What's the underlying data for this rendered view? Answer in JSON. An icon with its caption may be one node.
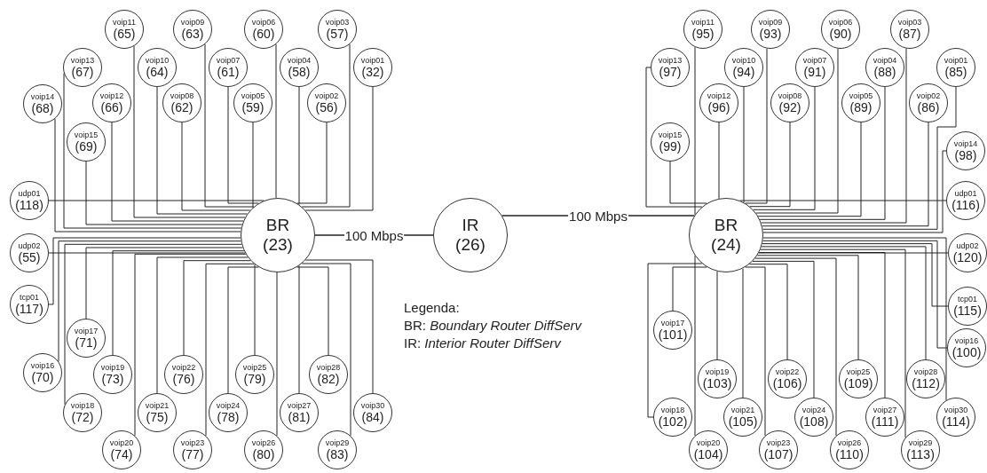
{
  "diagram": {
    "nodes": [
      {
        "text": [
          "voip11",
          "(65)"
        ]
      },
      {
        "text": [
          "voip09",
          "(63)"
        ]
      },
      {
        "text": [
          "voip06",
          "(60)"
        ]
      },
      {
        "text": [
          "voip03",
          "(57)"
        ]
      },
      {
        "text": [
          "voip13",
          "(67)"
        ]
      },
      {
        "text": [
          "voip10",
          "(64)"
        ]
      },
      {
        "text": [
          "voip07",
          "(61)"
        ]
      },
      {
        "text": [
          "voip04",
          "(58)"
        ]
      },
      {
        "text": [
          "voip01",
          "(32)"
        ]
      },
      {
        "text": [
          "voip14",
          "(68)"
        ]
      },
      {
        "text": [
          "voip12",
          "(66)"
        ]
      },
      {
        "text": [
          "voip08",
          "(62)"
        ]
      },
      {
        "text": [
          "voip05",
          "(59)"
        ]
      },
      {
        "text": [
          "voip02",
          "(56)"
        ]
      },
      {
        "text": [
          "voip15",
          "(69)"
        ]
      },
      {
        "text": [
          "udp01",
          "(118)"
        ]
      },
      {
        "text": [
          "udp02",
          "(55)"
        ]
      },
      {
        "text": [
          "tcp01",
          "(117)"
        ]
      },
      {
        "text": [
          "voip17",
          "(71)"
        ]
      },
      {
        "text": [
          "voip16",
          "(70)"
        ]
      },
      {
        "text": [
          "voip19",
          "(73)"
        ]
      },
      {
        "text": [
          "voip22",
          "(76)"
        ]
      },
      {
        "text": [
          "voip25",
          "(79)"
        ]
      },
      {
        "text": [
          "voip28",
          "(82)"
        ]
      },
      {
        "text": [
          "voip18",
          "(72)"
        ]
      },
      {
        "text": [
          "voip21",
          "(75)"
        ]
      },
      {
        "text": [
          "voip24",
          "(78)"
        ]
      },
      {
        "text": [
          "voip27",
          "(81)"
        ]
      },
      {
        "text": [
          "voip30",
          "(84)"
        ]
      },
      {
        "text": [
          "voip20",
          "(74)"
        ]
      },
      {
        "text": [
          "voip23",
          "(77)"
        ]
      },
      {
        "text": [
          "voip26",
          "(80)"
        ]
      },
      {
        "text": [
          "voip29",
          "(83)"
        ]
      },
      {
        "text": [
          "BR",
          "(23)"
        ]
      },
      {
        "text": [
          "IR",
          "(26)"
        ]
      },
      {
        "text": [
          "BR",
          "(24)"
        ]
      },
      {
        "text": [
          "voip11",
          "(95)"
        ]
      },
      {
        "text": [
          "voip09",
          "(93)"
        ]
      },
      {
        "text": [
          "voip06",
          "(90)"
        ]
      },
      {
        "text": [
          "voip03",
          "(87)"
        ]
      },
      {
        "text": [
          "voip13",
          "(97)"
        ]
      },
      {
        "text": [
          "voip10",
          "(94)"
        ]
      },
      {
        "text": [
          "voip07",
          "(91)"
        ]
      },
      {
        "text": [
          "voip04",
          "(88)"
        ]
      },
      {
        "text": [
          "voip01",
          "(85)"
        ]
      },
      {
        "text": [
          "voip12",
          "(96)"
        ]
      },
      {
        "text": [
          "voip08",
          "(92)"
        ]
      },
      {
        "text": [
          "voip05",
          "(89)"
        ]
      },
      {
        "text": [
          "voip02",
          "(86)"
        ]
      },
      {
        "text": [
          "voip15",
          "(99)"
        ]
      },
      {
        "text": [
          "voip14",
          "(98)"
        ]
      },
      {
        "text": [
          "udp01",
          "(116)"
        ]
      },
      {
        "text": [
          "udp02",
          "(120)"
        ]
      },
      {
        "text": [
          "tcp01",
          "(115)"
        ]
      },
      {
        "text": [
          "voip17",
          "(101)"
        ]
      },
      {
        "text": [
          "voip16",
          "(100)"
        ]
      },
      {
        "text": [
          "voip19",
          "(103)"
        ]
      },
      {
        "text": [
          "voip22",
          "(106)"
        ]
      },
      {
        "text": [
          "voip25",
          "(109)"
        ]
      },
      {
        "text": [
          "voip28",
          "(112)"
        ]
      },
      {
        "text": [
          "voip18",
          "(102)"
        ]
      },
      {
        "text": [
          "voip21",
          "(105)"
        ]
      },
      {
        "text": [
          "voip24",
          "(108)"
        ]
      },
      {
        "text": [
          "voip27",
          "(111)"
        ]
      },
      {
        "text": [
          "voip30",
          "(114)"
        ]
      },
      {
        "text": [
          "voip20",
          "(104)"
        ]
      },
      {
        "text": [
          "voip23",
          "(107)"
        ]
      },
      {
        "text": [
          "voip26",
          "(110)"
        ]
      },
      {
        "text": [
          "voip29",
          "(113)"
        ]
      }
    ],
    "edges": [
      {
        "from": 33,
        "to": 34,
        "arrow": "none",
        "label": "100 Mbps"
      },
      {
        "from": 34,
        "to": 35,
        "arrow": "none",
        "label": "100 Mbps"
      },
      {
        "from": 0,
        "to": 33,
        "arrow": "none"
      },
      {
        "from": 1,
        "to": 33,
        "arrow": "none"
      },
      {
        "from": 2,
        "to": 33,
        "arrow": "none"
      },
      {
        "from": 3,
        "to": 33,
        "arrow": "none"
      },
      {
        "from": 4,
        "to": 33,
        "arrow": "none"
      },
      {
        "from": 5,
        "to": 33,
        "arrow": "none"
      },
      {
        "from": 6,
        "to": 33,
        "arrow": "none"
      },
      {
        "from": 7,
        "to": 33,
        "arrow": "none"
      },
      {
        "from": 8,
        "to": 33,
        "arrow": "none"
      },
      {
        "from": 9,
        "to": 33,
        "arrow": "none"
      },
      {
        "from": 10,
        "to": 33,
        "arrow": "none"
      },
      {
        "from": 11,
        "to": 33,
        "arrow": "none"
      },
      {
        "from": 12,
        "to": 33,
        "arrow": "none"
      },
      {
        "from": 13,
        "to": 33,
        "arrow": "none"
      },
      {
        "from": 14,
        "to": 33,
        "arrow": "none"
      },
      {
        "from": 15,
        "to": 33,
        "arrow": "none"
      },
      {
        "from": 16,
        "to": 33,
        "arrow": "none"
      },
      {
        "from": 17,
        "to": 33,
        "arrow": "none"
      },
      {
        "from": 18,
        "to": 33,
        "arrow": "none"
      },
      {
        "from": 19,
        "to": 33,
        "arrow": "none"
      },
      {
        "from": 20,
        "to": 33,
        "arrow": "none"
      },
      {
        "from": 21,
        "to": 33,
        "arrow": "none"
      },
      {
        "from": 22,
        "to": 33,
        "arrow": "none"
      },
      {
        "from": 23,
        "to": 33,
        "arrow": "none"
      },
      {
        "from": 24,
        "to": 33,
        "arrow": "none"
      },
      {
        "from": 25,
        "to": 33,
        "arrow": "none"
      },
      {
        "from": 26,
        "to": 33,
        "arrow": "none"
      },
      {
        "from": 27,
        "to": 33,
        "arrow": "none"
      },
      {
        "from": 28,
        "to": 33,
        "arrow": "none"
      },
      {
        "from": 29,
        "to": 33,
        "arrow": "none"
      },
      {
        "from": 30,
        "to": 33,
        "arrow": "none"
      },
      {
        "from": 31,
        "to": 33,
        "arrow": "none"
      },
      {
        "from": 32,
        "to": 33,
        "arrow": "none"
      },
      {
        "from": 36,
        "to": 35,
        "arrow": "none"
      },
      {
        "from": 37,
        "to": 35,
        "arrow": "none"
      },
      {
        "from": 38,
        "to": 35,
        "arrow": "none"
      },
      {
        "from": 39,
        "to": 35,
        "arrow": "none"
      },
      {
        "from": 40,
        "to": 35,
        "arrow": "none"
      },
      {
        "from": 41,
        "to": 35,
        "arrow": "none"
      },
      {
        "from": 42,
        "to": 35,
        "arrow": "none"
      },
      {
        "from": 43,
        "to": 35,
        "arrow": "none"
      },
      {
        "from": 44,
        "to": 35,
        "arrow": "none"
      },
      {
        "from": 45,
        "to": 35,
        "arrow": "none"
      },
      {
        "from": 46,
        "to": 35,
        "arrow": "none"
      },
      {
        "from": 47,
        "to": 35,
        "arrow": "none"
      },
      {
        "from": 48,
        "to": 35,
        "arrow": "none"
      },
      {
        "from": 49,
        "to": 35,
        "arrow": "none"
      },
      {
        "from": 50,
        "to": 35,
        "arrow": "none"
      },
      {
        "from": 51,
        "to": 35,
        "arrow": "none"
      },
      {
        "from": 52,
        "to": 35,
        "arrow": "none"
      },
      {
        "from": 53,
        "to": 35,
        "arrow": "none"
      },
      {
        "from": 54,
        "to": 35,
        "arrow": "none"
      },
      {
        "from": 55,
        "to": 35,
        "arrow": "none"
      },
      {
        "from": 56,
        "to": 35,
        "arrow": "none"
      },
      {
        "from": 57,
        "to": 35,
        "arrow": "none"
      },
      {
        "from": 58,
        "to": 35,
        "arrow": "none"
      },
      {
        "from": 59,
        "to": 35,
        "arrow": "none"
      },
      {
        "from": 60,
        "to": 35,
        "arrow": "none"
      },
      {
        "from": 61,
        "to": 35,
        "arrow": "none"
      },
      {
        "from": 62,
        "to": 35,
        "arrow": "none"
      },
      {
        "from": 63,
        "to": 35,
        "arrow": "none"
      },
      {
        "from": 64,
        "to": 35,
        "arrow": "none"
      },
      {
        "from": 65,
        "to": 35,
        "arrow": "none"
      },
      {
        "from": 66,
        "to": 35,
        "arrow": "none"
      },
      {
        "from": 67,
        "to": 35,
        "arrow": "none"
      },
      {
        "from": 68,
        "to": 35,
        "arrow": "none"
      }
    ],
    "labels": [
      "Legenda:",
      "BR: *Boundary Router DiffServ*",
      "IR: *Interior Router DiffServ*"
    ]
  }
}
